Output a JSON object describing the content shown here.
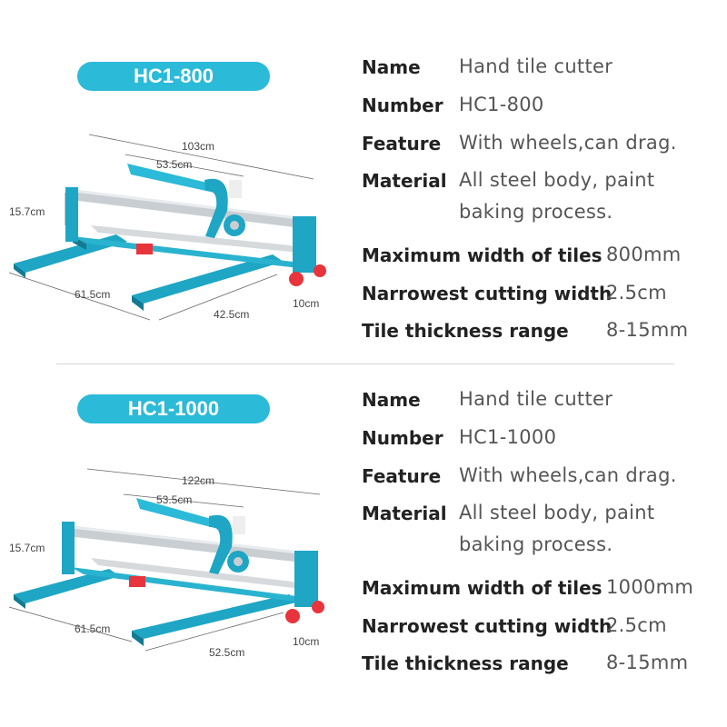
{
  "products": [
    {
      "badge": "HC1-800",
      "dimensions": {
        "length": "103cm",
        "cut": "53.5cm",
        "height": "15.7cm",
        "leg": "61.5cm",
        "base": "42.5cm",
        "wheel": "10cm"
      },
      "specs": {
        "name_label": "Name",
        "name_value": "Hand tile cutter",
        "number_label": "Number",
        "number_value": "HC1-800",
        "feature_label": "Feature",
        "feature_value": "With wheels,can drag.",
        "material_label": "Material",
        "material_value_1": "All steel body, paint",
        "material_value_2": "baking process.",
        "max_width_label": "Maximum width of tiles",
        "max_width_value": "800mm",
        "narrow_label": "Narrowest cutting width",
        "narrow_value": "2.5cm",
        "thickness_label": "Tile thickness range",
        "thickness_value": "8-15mm"
      }
    },
    {
      "badge": "HC1-1000",
      "dimensions": {
        "length": "122cm",
        "cut": "53.5cm",
        "height": "15.7cm",
        "leg": "61.5cm",
        "base": "52.5cm",
        "wheel": "10cm"
      },
      "specs": {
        "name_label": "Name",
        "name_value": "Hand tile cutter",
        "number_label": "Number",
        "number_value": "HC1-1000",
        "feature_label": "Feature",
        "feature_value": "With wheels,can drag.",
        "material_label": "Material",
        "material_value_1": "All steel body, paint",
        "material_value_2": "baking process.",
        "max_width_label": "Maximum width of tiles",
        "max_width_value": "1000mm",
        "narrow_label": "Narrowest cutting width",
        "narrow_value": "2.5cm",
        "thickness_label": "Tile thickness range",
        "thickness_value": "8-15mm"
      }
    }
  ],
  "colors": {
    "accent": "#2bbad8",
    "body": "#1ea6c4",
    "rail": "#c9ced3",
    "wheel": "#e8343c"
  }
}
